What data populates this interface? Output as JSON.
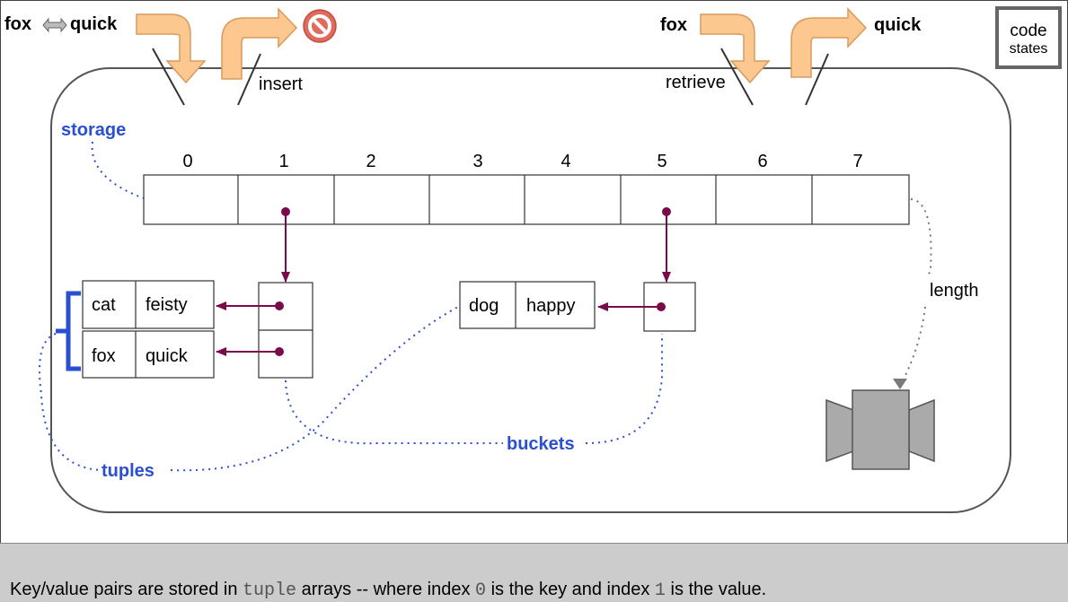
{
  "labels": {
    "insert_key": "fox",
    "insert_value": "quick",
    "insert": "insert",
    "retrieve_key": "fox",
    "retrieve_value": "quick",
    "retrieve": "retrieve",
    "storage": "storage",
    "length": "length",
    "buckets": "buckets",
    "tuples": "tuples"
  },
  "logo": {
    "line1": "code",
    "line2": "states"
  },
  "storage_indices": [
    "0",
    "1",
    "2",
    "3",
    "4",
    "5",
    "6",
    "7"
  ],
  "tuples": [
    {
      "key": "cat",
      "value": "feisty"
    },
    {
      "key": "fox",
      "value": "quick"
    },
    {
      "key": "dog",
      "value": "happy"
    }
  ],
  "caption": {
    "p1": "Key/value pairs are stored in ",
    "c1": "tuple",
    "p2": " arrays -- where index ",
    "c2": "0",
    "p3": " is the key and index ",
    "c3": "1",
    "p4": " is the value."
  },
  "colors": {
    "pointer": "#7a0a4a",
    "label_blue": "#2a4fd0",
    "arrow_fill": "#fcc890",
    "arrow_stroke": "#d89a5c",
    "blocked": "#e06a5e",
    "caption_bg": "#cccccc"
  },
  "icons": [
    "swap-arrow-icon",
    "blocked-icon",
    "speaker-icon"
  ]
}
